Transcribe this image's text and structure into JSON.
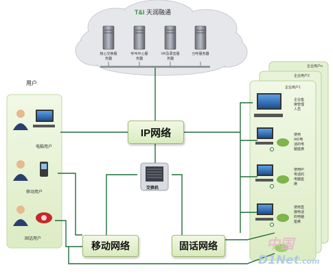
{
  "cloud": {
    "brand_mark": "T&I",
    "brand_name": "天润融通",
    "servers": [
      "核心交换服务器",
      "呼叫中心服务器",
      "VR及录音服务器",
      "分呼服务器"
    ]
  },
  "networks": {
    "ip": "IP网络",
    "mobile": "移动网络",
    "fixed": "固话网络",
    "switch": "交换机"
  },
  "users": {
    "title": "用户",
    "items": [
      "电脑用户",
      "移动用户",
      "固话用户"
    ]
  },
  "enterprise": {
    "tabs": [
      "企业用户n",
      "企业用户2",
      "企业用户1"
    ],
    "rows": [
      "企业座席管理人员",
      "使用IAD电话的电脑座席",
      "使用IP电话的电脑座席",
      "使用直接电话的电脑座席"
    ]
  },
  "watermark": {
    "top": "中国",
    "bottom": "D1Net",
    "suffix": ".com"
  }
}
